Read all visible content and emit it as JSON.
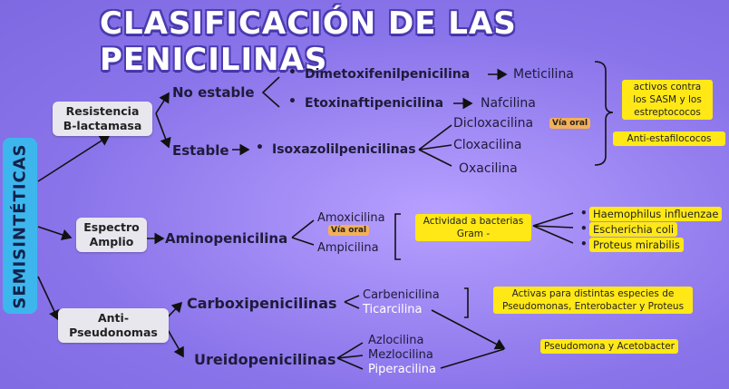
{
  "title": "CLASIFICACIÓN DE LAS PENICILINAS",
  "side_label": "SEMISINTÉTICAS",
  "groups": {
    "resistencia": "Resistencia B-lactamasa",
    "espectro": "Espectro Amplio",
    "anti": "Anti-Pseudonomas"
  },
  "resistencia": {
    "no_estable": "No estable",
    "estable": "Estable",
    "bullet": "•",
    "dimetoxi": "Dimetoxifenilpenicilina",
    "meticilina": "Meticilina",
    "etoxi": "Etoxinaftipenicilina",
    "nafcilina": "Nafcilina",
    "isoxazolil": "Isoxazolilpenicilinas",
    "dicloxacilina": "Dicloxacilina",
    "via_oral": "Vía oral",
    "cloxacilina": "Cloxacilina",
    "oxacilina": "Oxacilina",
    "note1": "activos contra los SASM y los estreptococos",
    "note2": "Anti-estafilococos"
  },
  "espectro": {
    "amino": "Aminopenicilina",
    "amoxicilina": "Amoxicilina",
    "via_oral": "Vía oral",
    "ampicilina": "Ampicilina",
    "actividad": "Actividad a bacterias Gram -",
    "bacterias": [
      "Haemophilus influenzae",
      "Escherichia coli",
      "Proteus mirabilis"
    ]
  },
  "anti": {
    "carboxi": "Carboxipenicilinas",
    "carbenicilina": "Carbenicilina",
    "ticarcilina": "Ticarcilina",
    "nota_carboxi": "Activas para distintas especies de Pseudomonas, Enterobacter y Proteus",
    "ureido": "Ureidopenicilinas",
    "azlocilina": "Azlocilina",
    "mezlocilina": "Mezlocilina",
    "piperacilina": "Piperacilina",
    "nota_ureido": "Pseudomona y Acetobacter"
  }
}
